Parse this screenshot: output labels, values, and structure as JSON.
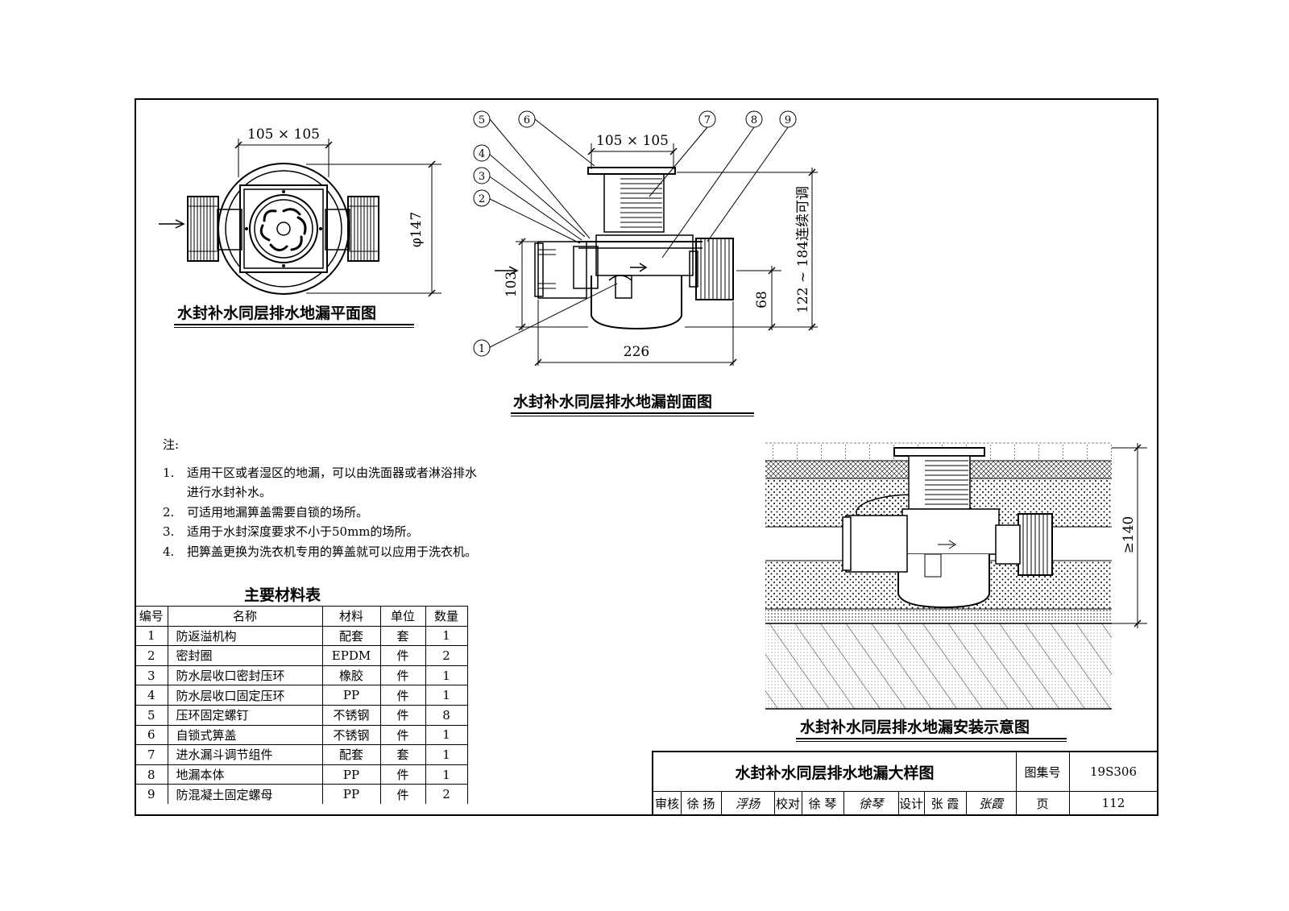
{
  "plan": {
    "dim_top": "105 × 105",
    "dim_right": "φ147",
    "caption": "水封补水同层排水地漏平面图"
  },
  "section": {
    "dim_top": "105 × 105",
    "dim_left": "103",
    "dim_right_small": "68",
    "dim_right_large": "122 ~ 184连续可调",
    "dim_bottom": "226",
    "callouts": [
      "1",
      "2",
      "3",
      "4",
      "5",
      "6",
      "7",
      "8",
      "9"
    ],
    "caption": "水封补水同层排水地漏剖面图"
  },
  "install": {
    "dim_right": "≥140",
    "caption": "水封补水同层排水地漏安装示意图"
  },
  "notes": {
    "title": "注:",
    "items": [
      {
        "num": "1.",
        "lines": [
          "适用干区或者湿区的地漏，可以由洗面器或者淋浴排水",
          "进行水封补水。"
        ]
      },
      {
        "num": "2.",
        "lines": [
          "可适用地漏箅盖需要自锁的场所。"
        ]
      },
      {
        "num": "3.",
        "lines": [
          "适用于水封深度要求不小于50mm的场所。"
        ]
      },
      {
        "num": "4.",
        "lines": [
          "把箅盖更换为洗衣机专用的箅盖就可以应用于洗衣机。"
        ]
      }
    ]
  },
  "materials": {
    "title": "主要材料表",
    "headers": [
      "编号",
      "名称",
      "材料",
      "单位",
      "数量"
    ],
    "rows": [
      [
        "1",
        "防返溢机构",
        "配套",
        "套",
        "1"
      ],
      [
        "2",
        "密封圈",
        "EPDM",
        "件",
        "2"
      ],
      [
        "3",
        "防水层收口密封压环",
        "橡胶",
        "件",
        "1"
      ],
      [
        "4",
        "防水层收口固定压环",
        "PP",
        "件",
        "1"
      ],
      [
        "5",
        "压环固定螺钉",
        "不锈钢",
        "件",
        "8"
      ],
      [
        "6",
        "自锁式箅盖",
        "不锈钢",
        "件",
        "1"
      ],
      [
        "7",
        "进水漏斗调节组件",
        "配套",
        "套",
        "1"
      ],
      [
        "8",
        "地漏本体",
        "PP",
        "件",
        "1"
      ],
      [
        "9",
        "防混凝土固定螺母",
        "PP",
        "件",
        "2"
      ]
    ]
  },
  "title_block": {
    "drawing_title": "水封补水同层排水地漏大样图",
    "atlas_label": "图集号",
    "atlas_no": "19S306",
    "review_label": "审核",
    "reviewer": "徐 扬",
    "reviewer_sig": "浮扬",
    "check_label": "校对",
    "checker": "徐 琴",
    "checker_sig": "徐琴",
    "design_label": "设计",
    "designer": "张 霞",
    "designer_sig": "张霞",
    "page_label": "页",
    "page_no": "112"
  }
}
